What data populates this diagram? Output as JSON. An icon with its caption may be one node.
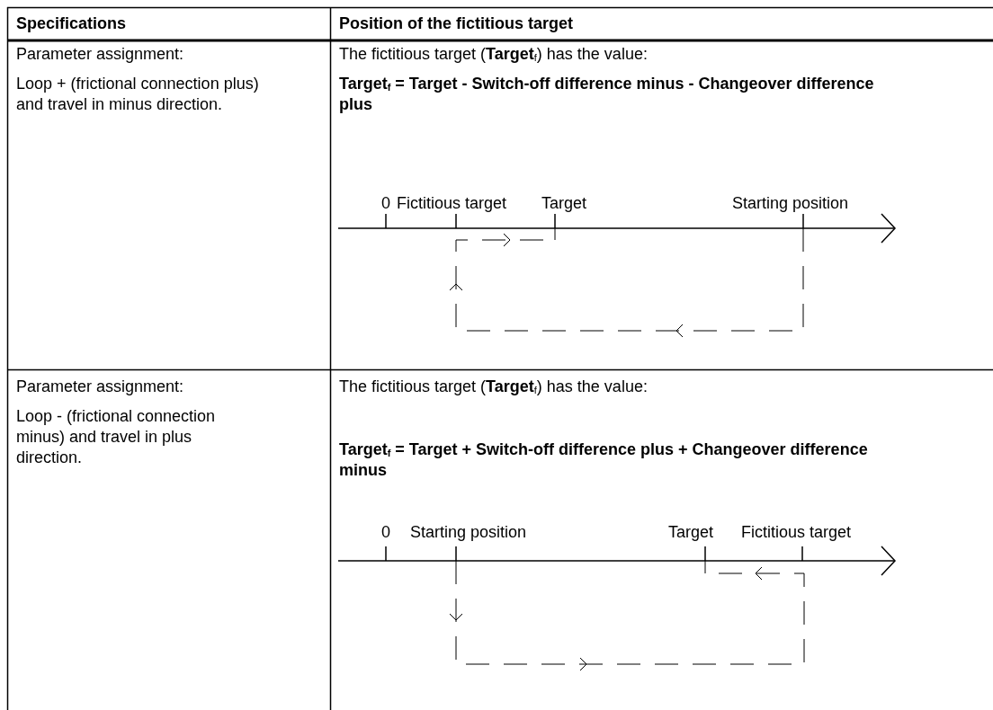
{
  "diagram": {
    "labels": [
      "Specifications",
      "Position of the fictitious target",
      "Parameter assignment:",
      "Loop + (frictional connection plus) and travel in minus direction.",
      "The fictitious target (**Target**$_{f}$) has the value:",
      "Target$_{f}$ = Target - Switch-off difference minus - Changeover difference plus",
      "0",
      "Fictitious target",
      "Target",
      "Starting position",
      "Parameter assignment:",
      "Loop - (frictional connection minus) and travel in plus direction.",
      "The fictitious target (**Target**$_{f}$) has the value:",
      "Target$_{f}$ = Target + Switch-off difference plus + Changeover difference minus",
      "0",
      "Starting position",
      "Target",
      "Fictitious target"
    ]
  }
}
